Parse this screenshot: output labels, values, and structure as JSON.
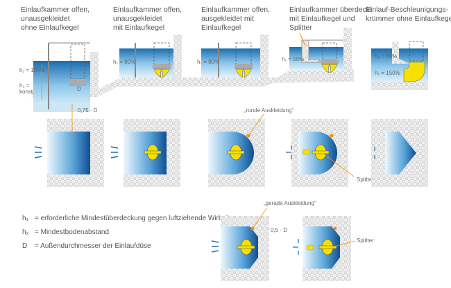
{
  "colors": {
    "water_light": "#d6ecf8",
    "water_dark": "#1565a8",
    "accent": "#f39200",
    "cone": "#f5e000",
    "gravel": "#e6e6e6",
    "wall": "#8a8a8a"
  },
  "top_row": [
    {
      "title": [
        "Einlaufkammer offen,",
        "unausgekleidet",
        "ohne Einlaufkegel"
      ],
      "labels": [
        "h₁ = 100%",
        "h₂ =",
        "konst.",
        "D"
      ]
    },
    {
      "title": [
        "Einlaufkammer offen,",
        "unausgekleidet",
        "mit Einlaufkegel"
      ],
      "labels": [
        "h₁ = 80%"
      ]
    },
    {
      "title": [
        "Einlaufkammer offen,",
        "ausgekleidet mit",
        "Einlaufkegel"
      ],
      "labels": [
        "h₁ = 80%"
      ]
    },
    {
      "title": [
        "Einlaufkammer überdeckt",
        "mit Einlaufkegel und",
        "Splitter"
      ],
      "labels": [
        "h₁ = 50%"
      ]
    },
    {
      "title": [
        "Einlauf-Beschleunigungs-",
        "krümmer ohne Einlaufkegel"
      ],
      "labels": [
        "h₁ = 60%",
        "h₁ = 150%"
      ]
    }
  ],
  "middle_row": {
    "dim_075": "0,75 · D",
    "runde": "„runde Auskleidung“",
    "splitter": "Splitter"
  },
  "legend": [
    {
      "sym": "h₁",
      "text": "= erforderliche Mindestüberdeckung gegen luftziehende Wirbel"
    },
    {
      "sym": "h₂",
      "text": "= Mindestbodenabstand"
    },
    {
      "sym": "D",
      "text": "= Außendurchmesser der Einlaufdüse"
    }
  ],
  "bottom_row": {
    "gerade": "„gerade Auskleidung“",
    "dim_05": "0,5 · D",
    "splitter": "Splitter"
  }
}
